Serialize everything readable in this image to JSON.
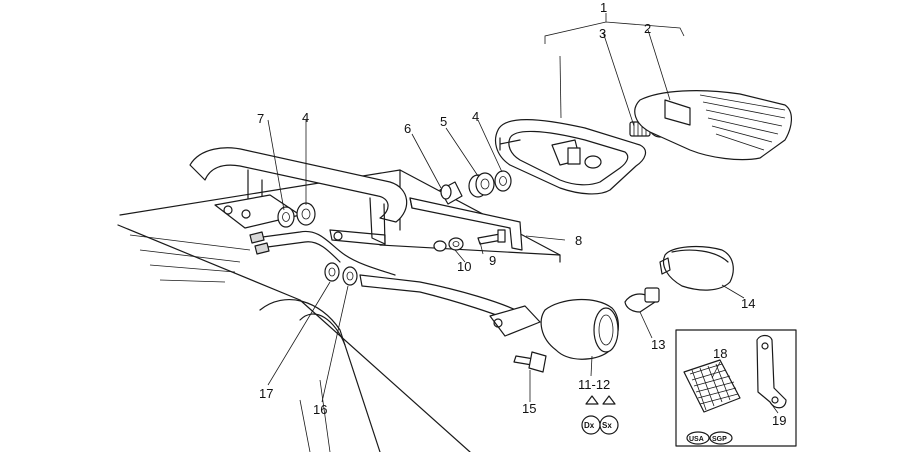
{
  "callouts": {
    "c1": "1",
    "c2": "2",
    "c3": "3",
    "c4a": "4",
    "c4b": "4",
    "c5": "5",
    "c6": "6",
    "c7": "7",
    "c8": "8",
    "c9": "9",
    "c10": "10",
    "c11_12": "11-12",
    "c13": "13",
    "c14": "14",
    "c15": "15",
    "c16": "16",
    "c17": "17",
    "c18": "18",
    "c19": "19"
  },
  "badges": {
    "dx": "Dx",
    "sx": "Sx",
    "usa": "USA",
    "sgp": "SGP"
  }
}
